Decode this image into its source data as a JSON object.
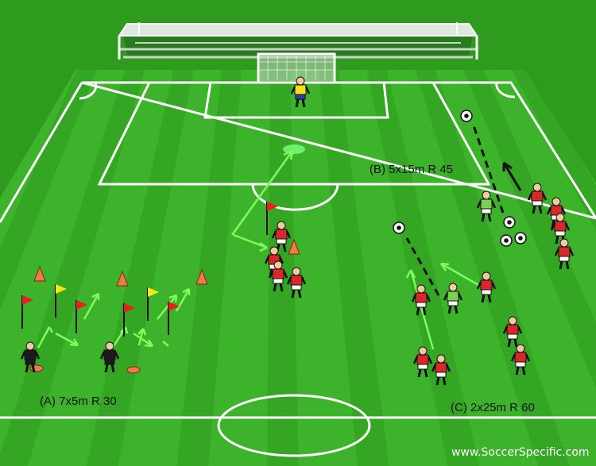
{
  "labels": {
    "drill_a": "(A) 7x5m R 30",
    "drill_b": "(B) 5x15m R 45",
    "drill_c": "(C) 2x25m R 60"
  },
  "credit": "www.SoccerSpecific.com",
  "colors": {
    "grass_dark": "#2f9a1f",
    "grass_light": "#3fb52c",
    "sky": "#2f9a1f",
    "line": "#ffffff",
    "arrow_green": "#7dff5a",
    "arrow_black": "#111111",
    "player_red": "#d8282a",
    "player_green": "#7ad34a",
    "keeper_black": "#1b1b1b",
    "keeper_yellow": "#f2e21a",
    "cone_orange": "#f07a4a",
    "flag_red": "#e82020",
    "flag_yellow": "#f4ea10"
  },
  "icons": [
    "goal-icon",
    "stand-icon",
    "cone-icon",
    "flag-icon",
    "ball-icon",
    "player-icon"
  ]
}
